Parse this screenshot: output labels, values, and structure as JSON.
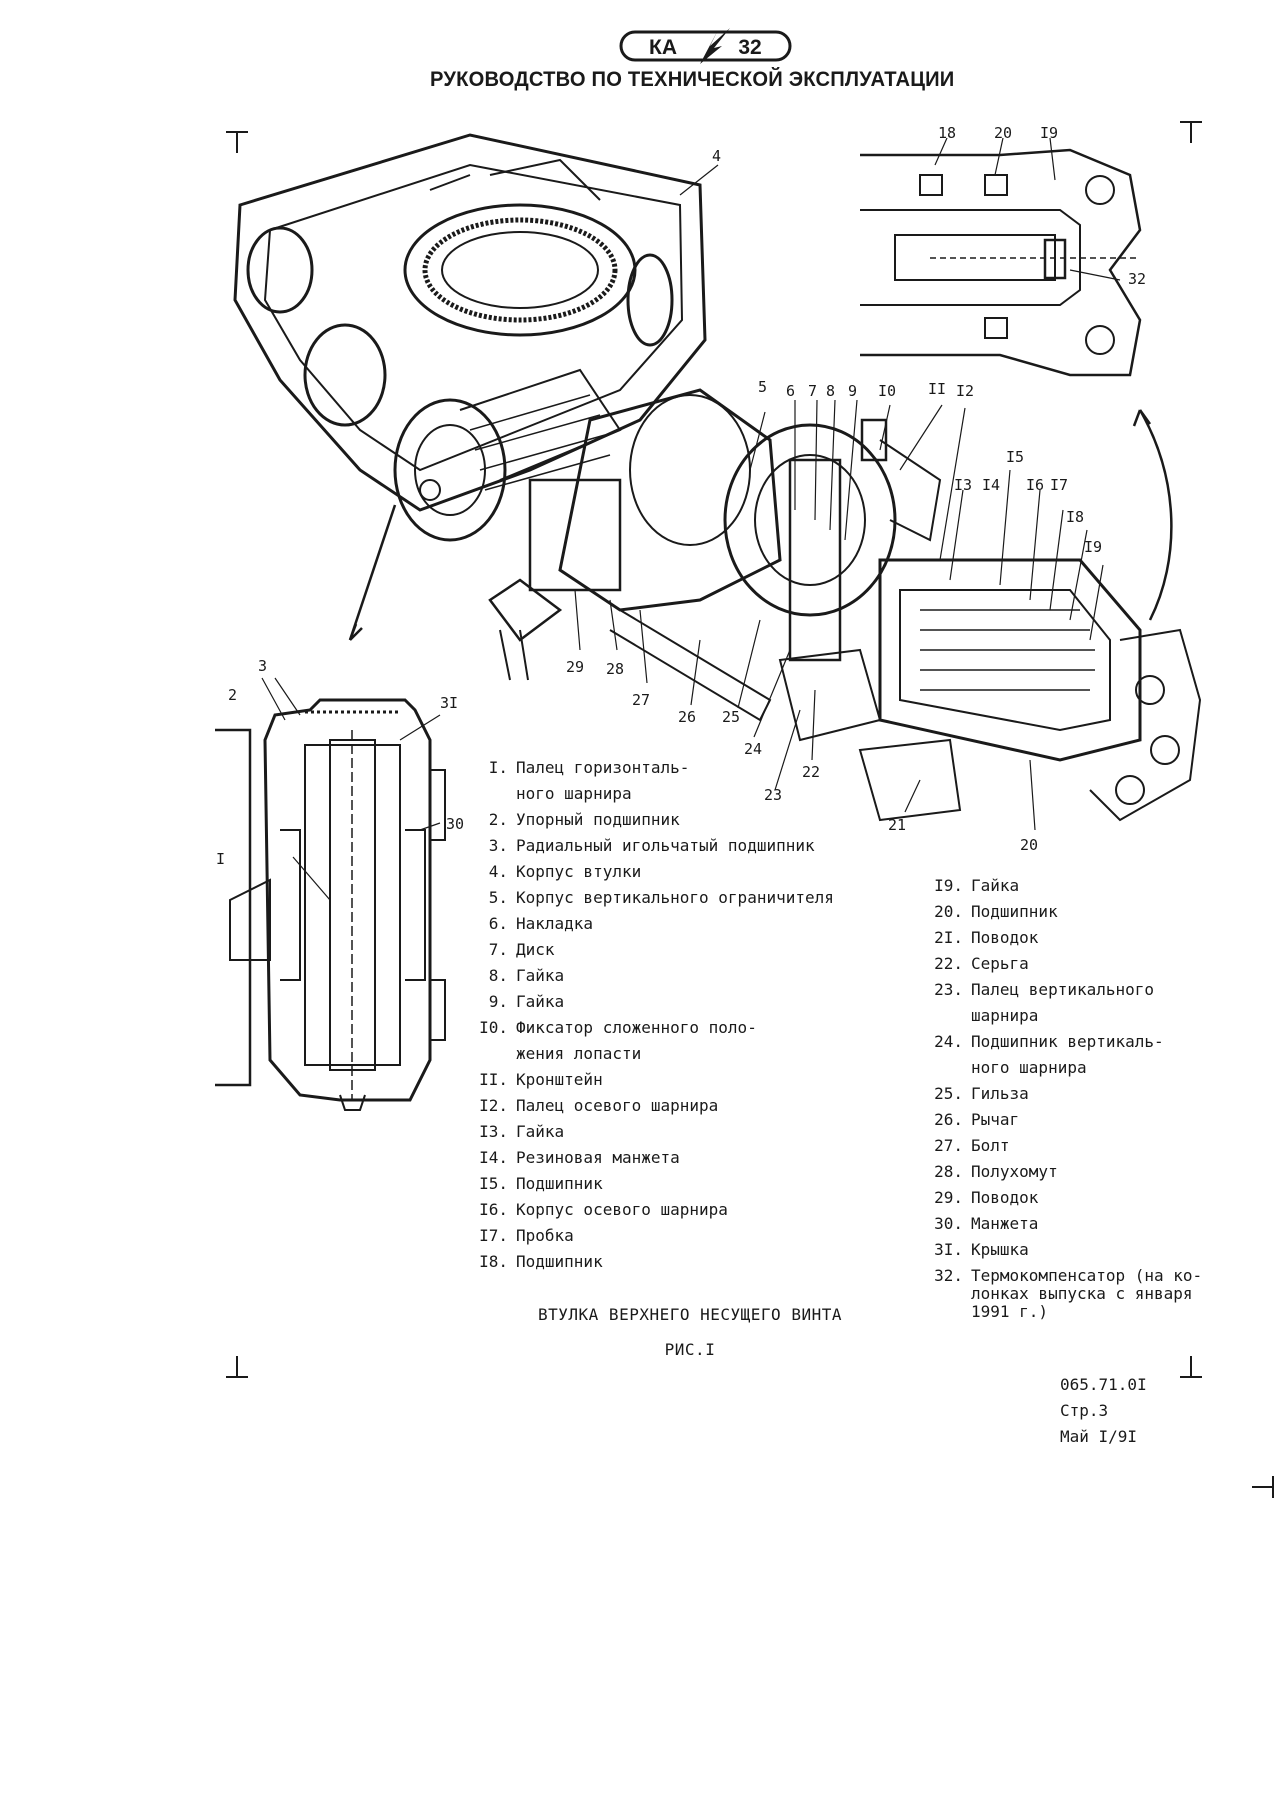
{
  "header": {
    "logo_left": "КА",
    "logo_right": "32",
    "title": "РУКОВОДСТВО ПО ТЕХНИЧЕСКОЙ ЭКСПЛУАТАЦИИ"
  },
  "callouts": [
    "4",
    "18",
    "20",
    "I9",
    "32",
    "5",
    "6",
    "7",
    "8",
    "9",
    "I0",
    "II",
    "I2",
    "I5",
    "I3",
    "I4",
    "I6",
    "I7",
    "I8",
    "I9",
    "3",
    "2",
    "3I",
    "30",
    "I",
    "29",
    "28",
    "27",
    "26",
    "25",
    "24",
    "22",
    "23",
    "21",
    "20"
  ],
  "legend_left": [
    {
      "num": "I.",
      "text": "Палец горизонталь-\nного шарнира"
    },
    {
      "num": "2.",
      "text": "Упорный подшипник"
    },
    {
      "num": "3.",
      "text": "Радиальный игольчатый подшипник"
    },
    {
      "num": "4.",
      "text": "Корпус втулки"
    },
    {
      "num": "5.",
      "text": "Корпус вертикального ограничителя"
    },
    {
      "num": "6.",
      "text": "Накладка"
    },
    {
      "num": "7.",
      "text": "Диск"
    },
    {
      "num": "8.",
      "text": "Гайка"
    },
    {
      "num": "9.",
      "text": "Гайка"
    },
    {
      "num": "I0.",
      "text": "Фиксатор сложенного поло-\nжения лопасти"
    },
    {
      "num": "II.",
      "text": "Кронштейн"
    },
    {
      "num": "I2.",
      "text": "Палец осевого шарнира"
    },
    {
      "num": "I3.",
      "text": "Гайка"
    },
    {
      "num": "I4.",
      "text": "Резиновая манжета"
    },
    {
      "num": "I5.",
      "text": "Подшипник"
    },
    {
      "num": "I6.",
      "text": "Корпус осевого шарнира"
    },
    {
      "num": "I7.",
      "text": "Пробка"
    },
    {
      "num": "I8.",
      "text": "Подшипник"
    }
  ],
  "legend_right": [
    {
      "num": "I9.",
      "text": "Гайка"
    },
    {
      "num": "20.",
      "text": "Подшипник"
    },
    {
      "num": "2I.",
      "text": "Поводок"
    },
    {
      "num": "22.",
      "text": "Серьга"
    },
    {
      "num": "23.",
      "text": "Палец вертикального\nшарнира"
    },
    {
      "num": "24.",
      "text": "Подшипник вертикаль-\nного шарнира"
    },
    {
      "num": "25.",
      "text": "Гильза"
    },
    {
      "num": "26.",
      "text": "Рычаг"
    },
    {
      "num": "27.",
      "text": "Болт"
    },
    {
      "num": "28.",
      "text": "Полухомут"
    },
    {
      "num": "29.",
      "text": "Поводок"
    },
    {
      "num": "30.",
      "text": "Манжета"
    },
    {
      "num": "3I.",
      "text": "Крышка"
    },
    {
      "num": "32.",
      "text": "Термокомпенсатор (на ко-\nлонках выпуска с января\n1991 г.)"
    }
  ],
  "caption": {
    "title": "ВТУЛКА ВЕРХНЕГО НЕСУЩЕГО ВИНТА",
    "figure": "РИС.I"
  },
  "doc_info": {
    "doc_number": "065.71.0I",
    "page": "Стр.3",
    "date": "Май I/9I"
  }
}
